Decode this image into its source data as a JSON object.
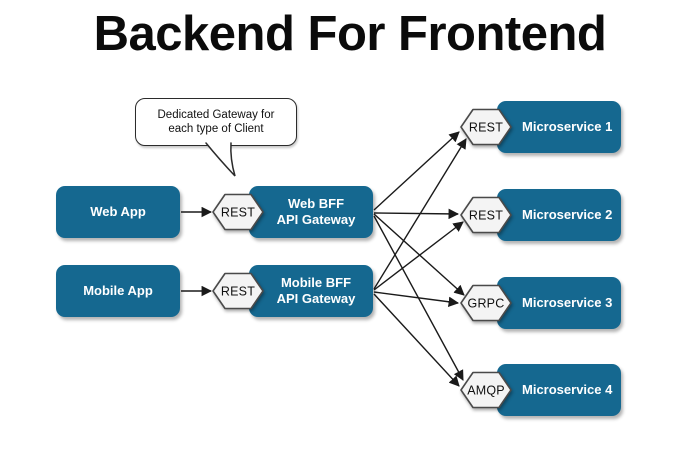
{
  "title": "Backend For Frontend",
  "callout": {
    "line1": "Dedicated Gateway for",
    "line2": "each type of Client"
  },
  "clients": [
    {
      "label": "Web App"
    },
    {
      "label": "Mobile App"
    }
  ],
  "gateways": [
    {
      "protocol": "REST",
      "name_line1": "Web BFF",
      "name_line2": "API Gateway"
    },
    {
      "protocol": "REST",
      "name_line1": "Mobile BFF",
      "name_line2": "API Gateway"
    }
  ],
  "microservices": [
    {
      "protocol": "REST",
      "label": "Microservice 1"
    },
    {
      "protocol": "REST",
      "label": "Microservice 2"
    },
    {
      "protocol": "GRPC",
      "label": "Microservice 3"
    },
    {
      "protocol": "AMQP",
      "label": "Microservice 4"
    }
  ],
  "colors": {
    "node_fill": "#156890",
    "node_text": "#ffffff",
    "protocol_fill": "#f4f4f4",
    "protocol_border": "#4a4a4a",
    "arrow": "#1a1a1a"
  }
}
